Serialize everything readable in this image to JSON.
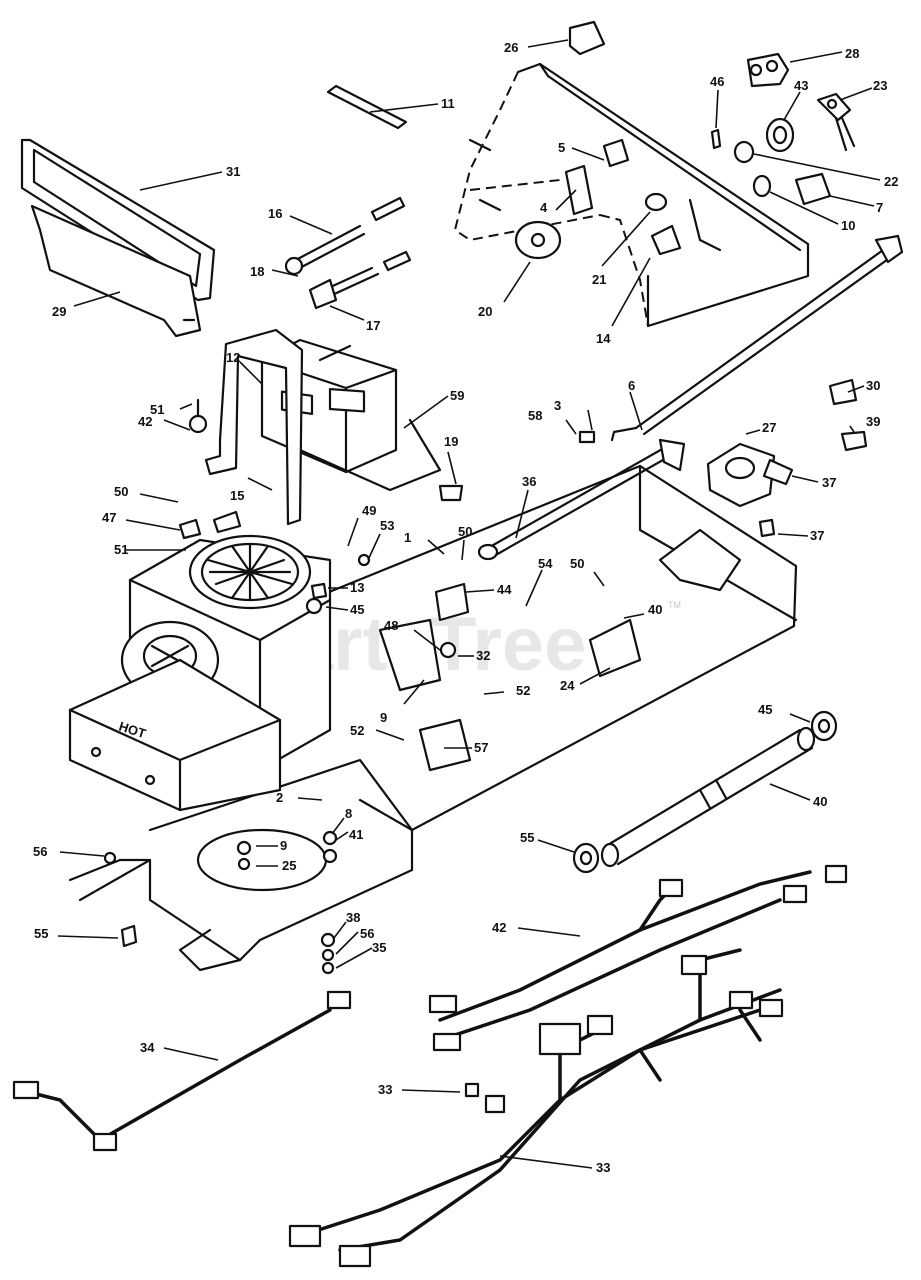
{
  "watermark": {
    "text": "PartsTree",
    "trademark": "TM"
  },
  "decal": {
    "hot": "HOT"
  },
  "callouts": [
    "26",
    "28",
    "46",
    "43",
    "23",
    "11",
    "5",
    "22",
    "31",
    "7",
    "4",
    "10",
    "16",
    "21",
    "18",
    "20",
    "17",
    "14",
    "29",
    "12",
    "59",
    "51",
    "58",
    "3",
    "6",
    "30",
    "42",
    "19",
    "27",
    "39",
    "36",
    "15",
    "37",
    "50",
    "37",
    "47",
    "49",
    "53",
    "50",
    "1",
    "51",
    "54",
    "50",
    "13",
    "44",
    "45",
    "40",
    "48",
    "32",
    "52",
    "24",
    "9",
    "45",
    "52",
    "57",
    "2",
    "8",
    "40",
    "41",
    "56",
    "9",
    "55",
    "25",
    "42",
    "38",
    "55",
    "56",
    "35",
    "34",
    "33"
  ]
}
